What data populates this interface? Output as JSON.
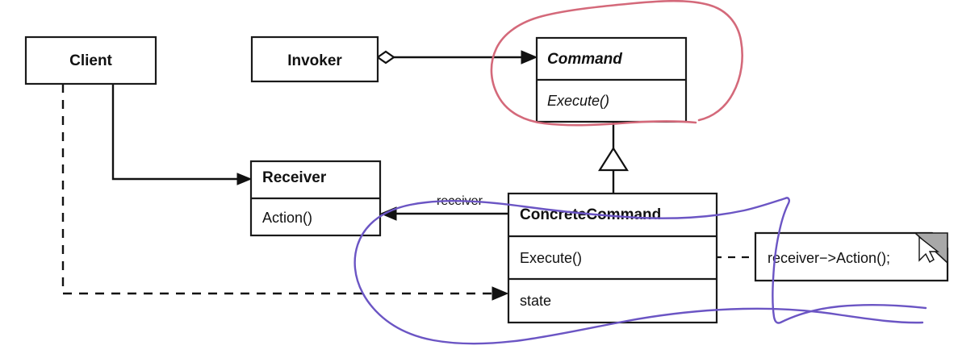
{
  "diagram": {
    "title": "Command Pattern UML Class Diagram",
    "type": "uml-class-diagram",
    "annotation_colors": {
      "red_ink": "#d4697a",
      "purple_ink": "#6b55c4"
    },
    "classes": [
      {
        "id": "client",
        "name": "Client",
        "abstract": false,
        "compartments": []
      },
      {
        "id": "invoker",
        "name": "Invoker",
        "abstract": false,
        "compartments": []
      },
      {
        "id": "command",
        "name": "Command",
        "abstract": true,
        "compartments": [
          {
            "label": "Execute()",
            "abstract": true
          }
        ]
      },
      {
        "id": "receiver",
        "name": "Receiver",
        "abstract": false,
        "compartments": [
          {
            "label": "Action()",
            "abstract": false
          }
        ]
      },
      {
        "id": "concretecommand",
        "name": "ConcreteCommand",
        "abstract": false,
        "compartments": [
          {
            "label": "Execute()",
            "abstract": false
          },
          {
            "label": "state",
            "abstract": false
          }
        ]
      }
    ],
    "note": {
      "id": "note-implementation",
      "text": "receiver−>Action();"
    },
    "edge_labels": {
      "receiver_role": "receiver"
    },
    "relationships": [
      {
        "from": "invoker",
        "to": "command",
        "kind": "aggregation",
        "source_decoration": "hollow-diamond",
        "target_decoration": "filled-arrow"
      },
      {
        "from": "client",
        "to": "receiver",
        "kind": "association",
        "source_decoration": "none",
        "target_decoration": "filled-arrow"
      },
      {
        "from": "client",
        "to": "concretecommand",
        "kind": "dependency",
        "source_decoration": "none",
        "target_decoration": "filled-arrow"
      },
      {
        "from": "concretecommand",
        "to": "command",
        "kind": "generalization",
        "source_decoration": "none",
        "target_decoration": "hollow-triangle"
      },
      {
        "from": "concretecommand",
        "to": "receiver",
        "kind": "association",
        "source_decoration": "none",
        "target_decoration": "filled-arrow",
        "label": "receiver"
      },
      {
        "from": "concretecommand",
        "to": "note-implementation",
        "kind": "note-anchor",
        "source_decoration": "hollow-circle",
        "target_decoration": "none"
      }
    ],
    "annotations": [
      {
        "id": "red-circle-command",
        "shape": "hand-drawn-ellipse",
        "color": "#d4697a",
        "encircles": "command"
      },
      {
        "id": "purple-circle-concretecommand",
        "shape": "hand-drawn-ellipse",
        "color": "#6b55c4",
        "encircles": "concretecommand"
      }
    ]
  }
}
